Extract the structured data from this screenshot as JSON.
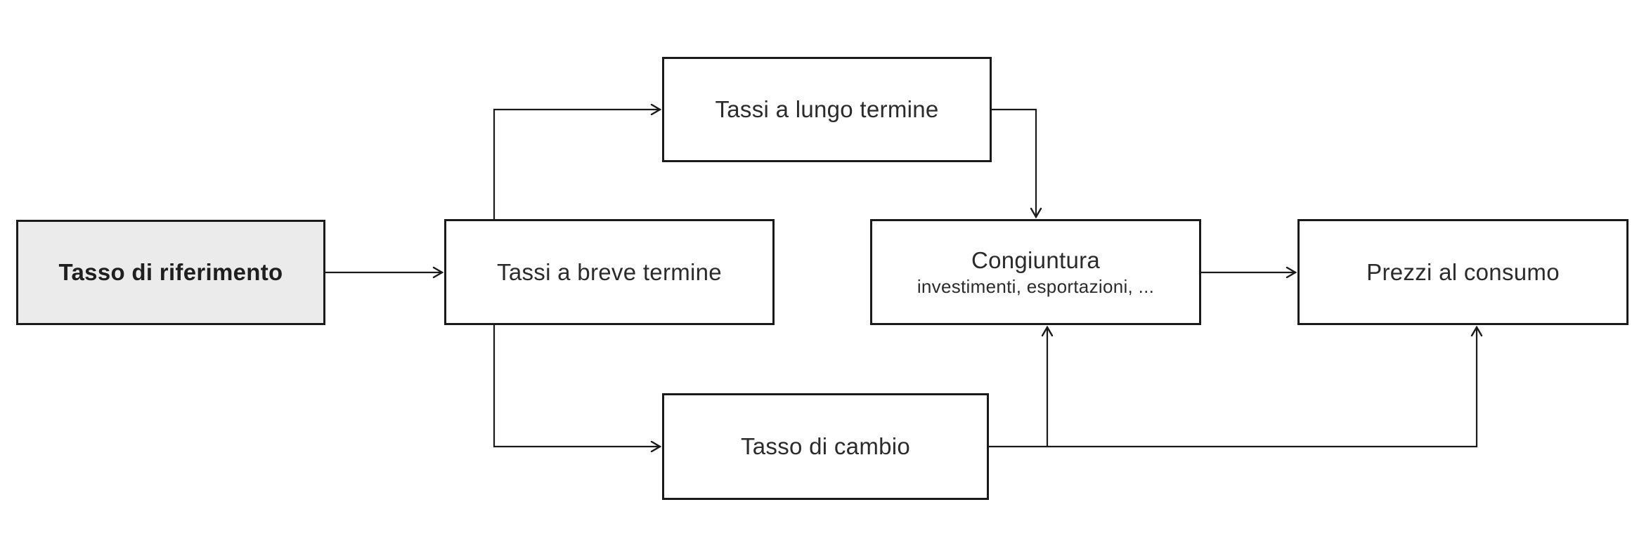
{
  "diagram": {
    "nodes": {
      "riferimento": {
        "label": "Tasso di riferimento"
      },
      "breve": {
        "label": "Tassi a breve termine"
      },
      "lungo": {
        "label": "Tassi a lungo termine"
      },
      "cambio": {
        "label": "Tasso di cambio"
      },
      "congiuntura": {
        "label": "Congiuntura",
        "sublabel": "investimenti, esportazioni, ..."
      },
      "prezzi": {
        "label": "Prezzi al consumo"
      }
    },
    "edges": [
      {
        "from": "Tasso di riferimento",
        "to": "Tassi a breve termine"
      },
      {
        "from": "Tassi a breve termine",
        "to": "Tassi a lungo termine"
      },
      {
        "from": "Tassi a breve termine",
        "to": "Tasso di cambio"
      },
      {
        "from": "Tassi a lungo termine",
        "to": "Congiuntura"
      },
      {
        "from": "Congiuntura",
        "to": "Prezzi al consumo"
      },
      {
        "from": "Tasso di cambio",
        "to": "Congiuntura"
      },
      {
        "from": "Tasso di cambio",
        "to": "Prezzi al consumo"
      }
    ],
    "colors": {
      "stroke": "#1a1a1a",
      "text": "#2b2b2b",
      "box_fill": "#ffffff",
      "highlight_fill": "#ebebeb"
    }
  }
}
